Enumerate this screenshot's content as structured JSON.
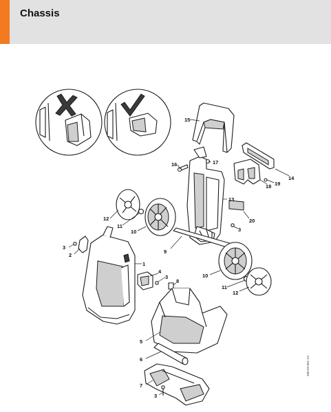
{
  "header": {
    "title": "Chassis",
    "accent_color": "#f37a1f",
    "bar_color": "#e2e2e2"
  },
  "document_id": "480-03-001-A4",
  "callouts": {
    "c1": "1",
    "c2": "2",
    "c3a": "3",
    "c3b": "3",
    "c3c": "3",
    "c3d": "3",
    "c4": "4",
    "c5": "5",
    "c6": "6",
    "c7": "7",
    "c8": "8",
    "c9": "9",
    "c10a": "10",
    "c10b": "10",
    "c11a": "11",
    "c11b": "11",
    "c12a": "12",
    "c12b": "12",
    "c13": "13",
    "c14": "14",
    "c15": "15",
    "c16": "16",
    "c17": "17",
    "c18": "18",
    "c19": "19",
    "c20": "20"
  },
  "insets": {
    "wrong": "x-mark-icon",
    "right": "check-mark-icon"
  }
}
